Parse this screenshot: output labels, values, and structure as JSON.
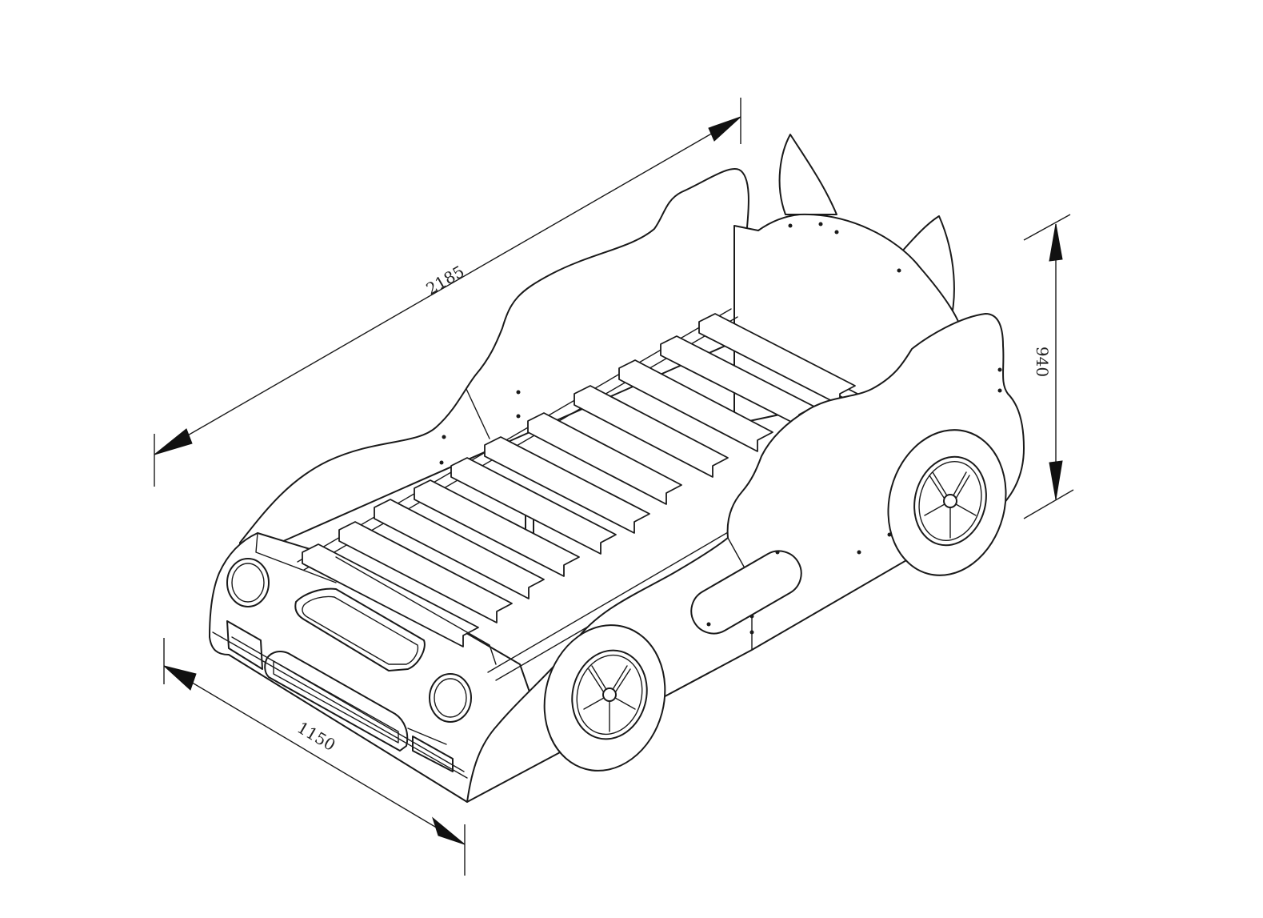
{
  "dimensions": {
    "length": "2185",
    "width": "1150",
    "height": "940"
  }
}
